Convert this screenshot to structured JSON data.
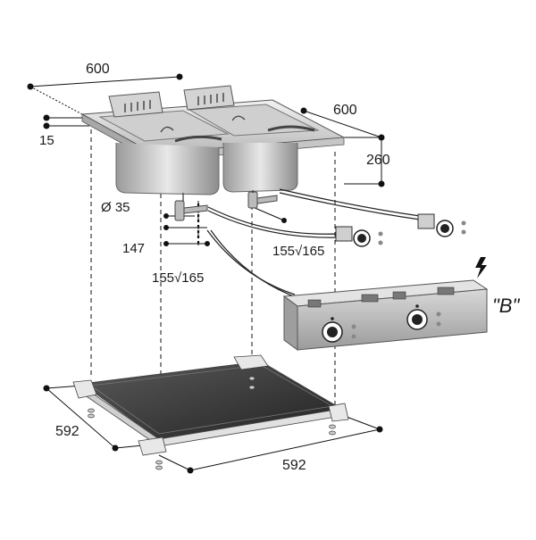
{
  "dimensions": {
    "top_width": "600",
    "top_depth": "600",
    "rim_thickness": "15",
    "basin_height": "260",
    "drain_diameter": "Ø 35",
    "drain_offset": "147",
    "cable_length_left": "155√165",
    "cable_length_right": "155√165",
    "base_width": "592",
    "base_depth": "592"
  },
  "control_box_label": "\"B\"",
  "colors": {
    "line": "#111111",
    "steel_light": "#e6e6e6",
    "steel_mid": "#bdbdbd",
    "steel_dark": "#8a8a8a",
    "base_plate": "#3b3b3b"
  },
  "icons": [
    "electric-bolt-icon",
    "knob-icon"
  ]
}
